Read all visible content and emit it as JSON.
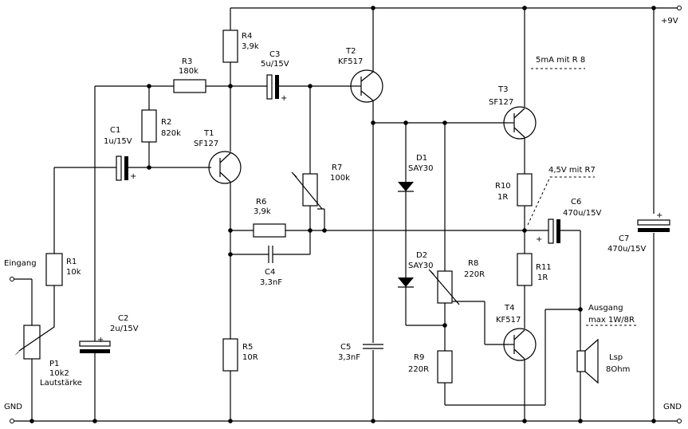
{
  "supply": {
    "vcc": "+9V",
    "gnd_left": "GND",
    "gnd_right": "GND"
  },
  "io": {
    "input": "Eingang",
    "output_line1": "Ausgang",
    "output_line2": "max 1W/8R"
  },
  "notes": {
    "r8_note": "5mA mit R 8",
    "r7_note": "4,5V mit R7"
  },
  "components": {
    "R1": {
      "ref": "R1",
      "value": "10k"
    },
    "R2": {
      "ref": "R2",
      "value": "820k"
    },
    "R3": {
      "ref": "R3",
      "value": "180k"
    },
    "R4": {
      "ref": "R4",
      "value": "3,9k"
    },
    "R5": {
      "ref": "R5",
      "value": "10R"
    },
    "R6": {
      "ref": "R6",
      "value": "3,9k"
    },
    "R7": {
      "ref": "R7",
      "value": "100k"
    },
    "R8": {
      "ref": "R8",
      "value": "220R"
    },
    "R9": {
      "ref": "R9",
      "value": "220R"
    },
    "R10": {
      "ref": "R10",
      "value": "1R"
    },
    "R11": {
      "ref": "R11",
      "value": "1R"
    },
    "C1": {
      "ref": "C1",
      "value": "1u/15V"
    },
    "C2": {
      "ref": "C2",
      "value": "2u/15V"
    },
    "C3": {
      "ref": "C3",
      "value": "5u/15V"
    },
    "C4": {
      "ref": "C4",
      "value": "3,3nF"
    },
    "C5": {
      "ref": "C5",
      "value": "3,3nF"
    },
    "C6": {
      "ref": "C6",
      "value": "470u/15V"
    },
    "C7": {
      "ref": "C7",
      "value": "470u/15V"
    },
    "T1": {
      "ref": "T1",
      "value": "SF127"
    },
    "T2": {
      "ref": "T2",
      "value": "KF517"
    },
    "T3": {
      "ref": "T3",
      "value": "SF127"
    },
    "T4": {
      "ref": "T4",
      "value": "KF517"
    },
    "D1": {
      "ref": "D1",
      "value": "SAY30"
    },
    "D2": {
      "ref": "D2",
      "value": "SAY30"
    },
    "P1": {
      "ref": "P1",
      "value": "10k2",
      "function": "Lautstärke"
    },
    "LSP": {
      "ref": "Lsp",
      "value": "8Ohm"
    }
  }
}
